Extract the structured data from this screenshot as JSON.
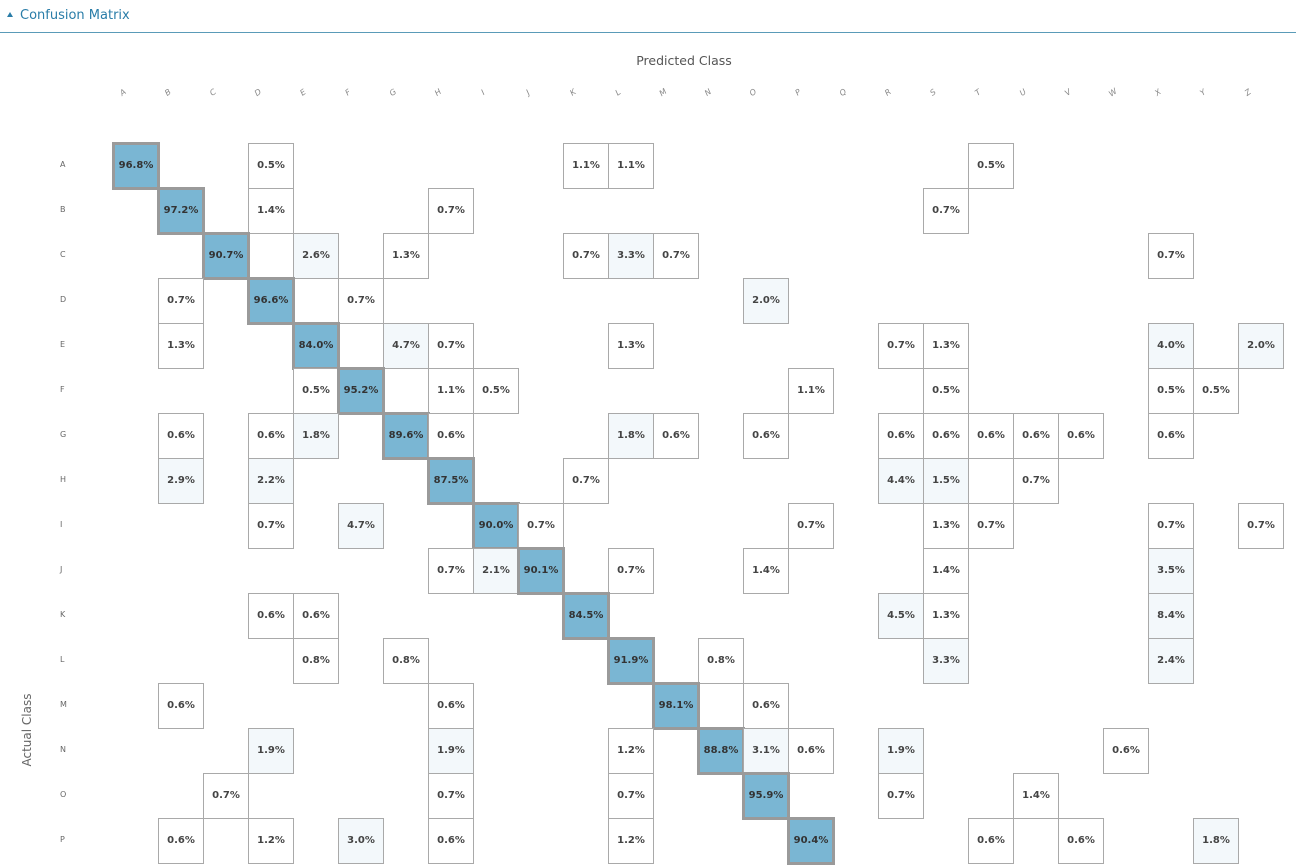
{
  "header": {
    "title": "Confusion Matrix"
  },
  "chart_data": {
    "type": "heatmap",
    "xlabel": "Predicted Class",
    "ylabel": "Actual Class",
    "col_labels": [
      "A",
      "B",
      "C",
      "D",
      "E",
      "F",
      "G",
      "H",
      "I",
      "J",
      "K",
      "L",
      "M",
      "N",
      "O",
      "P",
      "Q",
      "R",
      "S",
      "T",
      "U",
      "V",
      "W",
      "X",
      "Y",
      "Z"
    ],
    "row_labels": [
      "A",
      "B",
      "C",
      "D",
      "E",
      "F",
      "G",
      "H",
      "I",
      "J",
      "K",
      "L",
      "M",
      "N",
      "O",
      "P"
    ],
    "highlight_color": "#7ab6d3",
    "cells": [
      {
        "row": "A",
        "col": "A",
        "value": "96.8%"
      },
      {
        "row": "A",
        "col": "D",
        "value": "0.5%"
      },
      {
        "row": "A",
        "col": "K",
        "value": "1.1%"
      },
      {
        "row": "A",
        "col": "L",
        "value": "1.1%"
      },
      {
        "row": "A",
        "col": "T",
        "value": "0.5%"
      },
      {
        "row": "B",
        "col": "B",
        "value": "97.2%"
      },
      {
        "row": "B",
        "col": "D",
        "value": "1.4%"
      },
      {
        "row": "B",
        "col": "H",
        "value": "0.7%"
      },
      {
        "row": "B",
        "col": "S",
        "value": "0.7%"
      },
      {
        "row": "C",
        "col": "C",
        "value": "90.7%"
      },
      {
        "row": "C",
        "col": "E",
        "value": "2.6%"
      },
      {
        "row": "C",
        "col": "G",
        "value": "1.3%"
      },
      {
        "row": "C",
        "col": "K",
        "value": "0.7%"
      },
      {
        "row": "C",
        "col": "L",
        "value": "3.3%"
      },
      {
        "row": "C",
        "col": "M",
        "value": "0.7%"
      },
      {
        "row": "C",
        "col": "X",
        "value": "0.7%"
      },
      {
        "row": "D",
        "col": "B",
        "value": "0.7%"
      },
      {
        "row": "D",
        "col": "D",
        "value": "96.6%"
      },
      {
        "row": "D",
        "col": "F",
        "value": "0.7%"
      },
      {
        "row": "D",
        "col": "O",
        "value": "2.0%"
      },
      {
        "row": "E",
        "col": "B",
        "value": "1.3%"
      },
      {
        "row": "E",
        "col": "E",
        "value": "84.0%"
      },
      {
        "row": "E",
        "col": "G",
        "value": "4.7%"
      },
      {
        "row": "E",
        "col": "H",
        "value": "0.7%"
      },
      {
        "row": "E",
        "col": "L",
        "value": "1.3%"
      },
      {
        "row": "E",
        "col": "R",
        "value": "0.7%"
      },
      {
        "row": "E",
        "col": "S",
        "value": "1.3%"
      },
      {
        "row": "E",
        "col": "X",
        "value": "4.0%"
      },
      {
        "row": "E",
        "col": "Z",
        "value": "2.0%"
      },
      {
        "row": "F",
        "col": "E",
        "value": "0.5%"
      },
      {
        "row": "F",
        "col": "F",
        "value": "95.2%"
      },
      {
        "row": "F",
        "col": "H",
        "value": "1.1%"
      },
      {
        "row": "F",
        "col": "I",
        "value": "0.5%"
      },
      {
        "row": "F",
        "col": "P",
        "value": "1.1%"
      },
      {
        "row": "F",
        "col": "S",
        "value": "0.5%"
      },
      {
        "row": "F",
        "col": "X",
        "value": "0.5%"
      },
      {
        "row": "F",
        "col": "Y",
        "value": "0.5%"
      },
      {
        "row": "G",
        "col": "B",
        "value": "0.6%"
      },
      {
        "row": "G",
        "col": "D",
        "value": "0.6%"
      },
      {
        "row": "G",
        "col": "E",
        "value": "1.8%"
      },
      {
        "row": "G",
        "col": "G",
        "value": "89.6%"
      },
      {
        "row": "G",
        "col": "H",
        "value": "0.6%"
      },
      {
        "row": "G",
        "col": "L",
        "value": "1.8%"
      },
      {
        "row": "G",
        "col": "M",
        "value": "0.6%"
      },
      {
        "row": "G",
        "col": "O",
        "value": "0.6%"
      },
      {
        "row": "G",
        "col": "R",
        "value": "0.6%"
      },
      {
        "row": "G",
        "col": "S",
        "value": "0.6%"
      },
      {
        "row": "G",
        "col": "T",
        "value": "0.6%"
      },
      {
        "row": "G",
        "col": "U",
        "value": "0.6%"
      },
      {
        "row": "G",
        "col": "V",
        "value": "0.6%"
      },
      {
        "row": "G",
        "col": "X",
        "value": "0.6%"
      },
      {
        "row": "H",
        "col": "B",
        "value": "2.9%"
      },
      {
        "row": "H",
        "col": "D",
        "value": "2.2%"
      },
      {
        "row": "H",
        "col": "H",
        "value": "87.5%"
      },
      {
        "row": "H",
        "col": "K",
        "value": "0.7%"
      },
      {
        "row": "H",
        "col": "R",
        "value": "4.4%"
      },
      {
        "row": "H",
        "col": "S",
        "value": "1.5%"
      },
      {
        "row": "H",
        "col": "U",
        "value": "0.7%"
      },
      {
        "row": "I",
        "col": "D",
        "value": "0.7%"
      },
      {
        "row": "I",
        "col": "F",
        "value": "4.7%"
      },
      {
        "row": "I",
        "col": "I",
        "value": "90.0%"
      },
      {
        "row": "I",
        "col": "J",
        "value": "0.7%"
      },
      {
        "row": "I",
        "col": "P",
        "value": "0.7%"
      },
      {
        "row": "I",
        "col": "S",
        "value": "1.3%"
      },
      {
        "row": "I",
        "col": "T",
        "value": "0.7%"
      },
      {
        "row": "I",
        "col": "X",
        "value": "0.7%"
      },
      {
        "row": "I",
        "col": "Z",
        "value": "0.7%"
      },
      {
        "row": "J",
        "col": "H",
        "value": "0.7%"
      },
      {
        "row": "J",
        "col": "I",
        "value": "2.1%"
      },
      {
        "row": "J",
        "col": "J",
        "value": "90.1%"
      },
      {
        "row": "J",
        "col": "L",
        "value": "0.7%"
      },
      {
        "row": "J",
        "col": "O",
        "value": "1.4%"
      },
      {
        "row": "J",
        "col": "S",
        "value": "1.4%"
      },
      {
        "row": "J",
        "col": "X",
        "value": "3.5%"
      },
      {
        "row": "K",
        "col": "D",
        "value": "0.6%"
      },
      {
        "row": "K",
        "col": "E",
        "value": "0.6%"
      },
      {
        "row": "K",
        "col": "K",
        "value": "84.5%"
      },
      {
        "row": "K",
        "col": "R",
        "value": "4.5%"
      },
      {
        "row": "K",
        "col": "S",
        "value": "1.3%"
      },
      {
        "row": "K",
        "col": "X",
        "value": "8.4%"
      },
      {
        "row": "L",
        "col": "E",
        "value": "0.8%"
      },
      {
        "row": "L",
        "col": "G",
        "value": "0.8%"
      },
      {
        "row": "L",
        "col": "L",
        "value": "91.9%"
      },
      {
        "row": "L",
        "col": "N",
        "value": "0.8%"
      },
      {
        "row": "L",
        "col": "S",
        "value": "3.3%"
      },
      {
        "row": "L",
        "col": "X",
        "value": "2.4%"
      },
      {
        "row": "M",
        "col": "B",
        "value": "0.6%"
      },
      {
        "row": "M",
        "col": "H",
        "value": "0.6%"
      },
      {
        "row": "M",
        "col": "M",
        "value": "98.1%"
      },
      {
        "row": "M",
        "col": "O",
        "value": "0.6%"
      },
      {
        "row": "N",
        "col": "D",
        "value": "1.9%"
      },
      {
        "row": "N",
        "col": "H",
        "value": "1.9%"
      },
      {
        "row": "N",
        "col": "L",
        "value": "1.2%"
      },
      {
        "row": "N",
        "col": "N",
        "value": "88.8%"
      },
      {
        "row": "N",
        "col": "O",
        "value": "3.1%"
      },
      {
        "row": "N",
        "col": "P",
        "value": "0.6%"
      },
      {
        "row": "N",
        "col": "R",
        "value": "1.9%"
      },
      {
        "row": "N",
        "col": "W",
        "value": "0.6%"
      },
      {
        "row": "O",
        "col": "C",
        "value": "0.7%"
      },
      {
        "row": "O",
        "col": "H",
        "value": "0.7%"
      },
      {
        "row": "O",
        "col": "L",
        "value": "0.7%"
      },
      {
        "row": "O",
        "col": "O",
        "value": "95.9%"
      },
      {
        "row": "O",
        "col": "R",
        "value": "0.7%"
      },
      {
        "row": "O",
        "col": "U",
        "value": "1.4%"
      },
      {
        "row": "P",
        "col": "B",
        "value": "0.6%"
      },
      {
        "row": "P",
        "col": "D",
        "value": "1.2%"
      },
      {
        "row": "P",
        "col": "F",
        "value": "3.0%"
      },
      {
        "row": "P",
        "col": "H",
        "value": "0.6%"
      },
      {
        "row": "P",
        "col": "L",
        "value": "1.2%"
      },
      {
        "row": "P",
        "col": "P",
        "value": "90.4%"
      },
      {
        "row": "P",
        "col": "T",
        "value": "0.6%"
      },
      {
        "row": "P",
        "col": "V",
        "value": "0.6%"
      },
      {
        "row": "P",
        "col": "Y",
        "value": "1.8%"
      }
    ]
  }
}
